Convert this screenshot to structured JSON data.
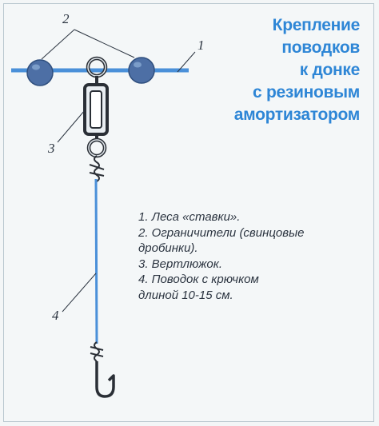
{
  "title_lines": [
    "Крепление",
    "поводков",
    "к донке",
    "с резиновым",
    "амортизатором"
  ],
  "callouts": {
    "c1": "1",
    "c2": "2",
    "c3": "3",
    "c4": "4"
  },
  "legend": [
    "1. Леса «ставки».",
    "2. Ограничители (свинцовые",
    "дробинки).",
    "3. Вертлюжок.",
    "4. Поводок с крючком",
    "длиной 10-15 см."
  ],
  "colors": {
    "title": "#2e86d6",
    "line": "#4a90d9",
    "sinker": "#4a6ea4",
    "text": "#2b3440"
  }
}
